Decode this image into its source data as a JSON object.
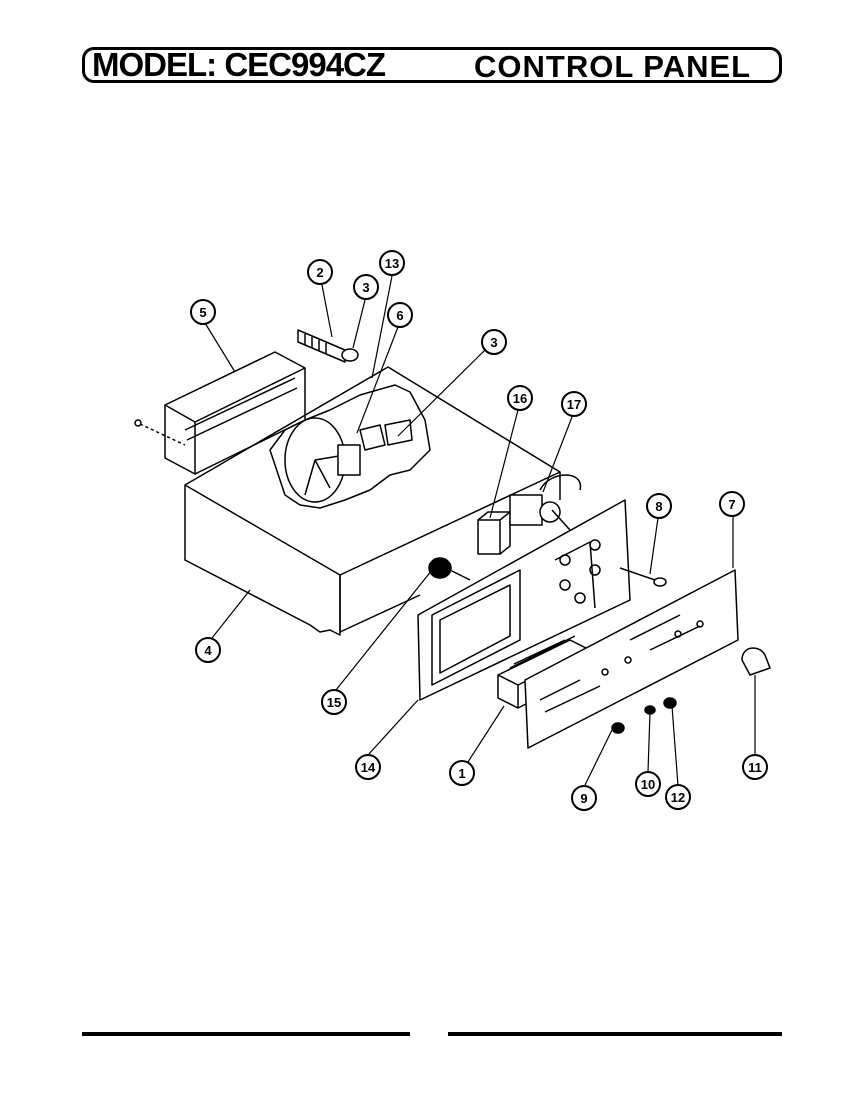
{
  "header": {
    "model": "MODEL: CEC994CZ",
    "section": "CONTROL PANEL"
  },
  "callouts": [
    {
      "id": "c1",
      "label": "1"
    },
    {
      "id": "c2",
      "label": "2"
    },
    {
      "id": "c3a",
      "label": "3"
    },
    {
      "id": "c3b",
      "label": "3"
    },
    {
      "id": "c4",
      "label": "4"
    },
    {
      "id": "c5",
      "label": "5"
    },
    {
      "id": "c6",
      "label": "6"
    },
    {
      "id": "c7",
      "label": "7"
    },
    {
      "id": "c8",
      "label": "8"
    },
    {
      "id": "c9",
      "label": "9"
    },
    {
      "id": "c10",
      "label": "10"
    },
    {
      "id": "c11",
      "label": "11"
    },
    {
      "id": "c12",
      "label": "12"
    },
    {
      "id": "c13",
      "label": "13"
    },
    {
      "id": "c14",
      "label": "14"
    },
    {
      "id": "c15",
      "label": "15"
    },
    {
      "id": "c16",
      "label": "16"
    },
    {
      "id": "c17",
      "label": "17"
    }
  ]
}
